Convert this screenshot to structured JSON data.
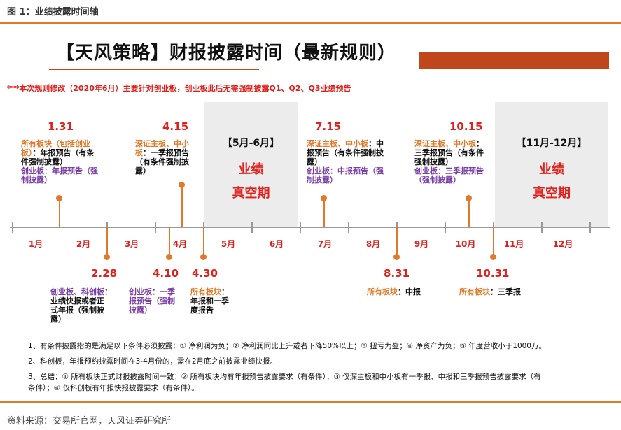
{
  "figure_label": "图 1：业绩披露时间轴",
  "title": "【天风策略】财报披露时间（最新规则）",
  "rule_note": "***本次规则修改（2020年6月）主要针对创业板，创业板此后无需强制披露Q1、Q2、Q3业绩预告",
  "months": [
    "1月",
    "2月",
    "3月",
    "4月",
    "5月",
    "6月",
    "7月",
    "8月",
    "9月",
    "10月",
    "11月",
    "12月"
  ],
  "voids": [
    {
      "header": "【5月-6月】",
      "line1": "业绩",
      "line2": "真空期"
    },
    {
      "header": "【11月-12月】",
      "line1": "业绩",
      "line2": "真空期"
    }
  ],
  "above": [
    {
      "date": "1.31",
      "a1": "所有板块（包括创业",
      "a2": "板）",
      "a3": "：年报预告（有条",
      "a4": "件强制披露）",
      "s1": "创业板：年报预告（强",
      "s2": "制披露）"
    },
    {
      "date": "4.15",
      "a1": "深证主板、中小",
      "a2": "板",
      "a3": "：一季报预告",
      "a4": "（有条件强制披",
      "a5": "露）"
    },
    {
      "date": "7.15",
      "a1": "深证主板、中小板",
      "a2": "：中",
      "a3": "报预告（有条件强制披",
      "a4": "露）",
      "s1": "创业板：中报预告（强",
      "s2": "制披露）"
    },
    {
      "date": "10.15",
      "a1": "深证主板、中小板",
      "a2": "：",
      "a3": "三季报预告（有条件",
      "a4": "强制披露）",
      "s1": "创业板：三季报预告",
      "s2": "（强制披露）"
    }
  ],
  "below": [
    {
      "date": "2.28",
      "s1": "创业板、科创板",
      "b1": "：",
      "b2": "业绩快报或者正",
      "b3": "式年报（强制披",
      "b4": "露）"
    },
    {
      "date": "4.10",
      "s1": "创业板：一季",
      "s2": "报预告（强制",
      "s3": "披露）"
    },
    {
      "date": "4.30",
      "o1": "所有板块",
      "b1": "：",
      "b2": "年报和一季",
      "b3": "度报告"
    },
    {
      "date": "8.31",
      "o1": "所有板块",
      "b1": "：中报"
    },
    {
      "date": "10.31",
      "o1": "所有板块",
      "b1": "：三季报"
    }
  ],
  "footnotes": [
    "1、有条件披露指的是满足以下条件必须披露：① 净利润为负；② 净利润同比上升或者下降50%以上；③ 扭亏为盈；④ 净资产为负；⑤ 年度营收小于1000万。",
    "2、科创板，年报预约披露时间在3-4月份的，需在2月底之前披露业绩快报。",
    "3、总结：① 所有板块正式财报披露时间一致；② 所有板块均有年报预告披露要求（有条件）；③ 仅深主板和中小板有一季报、中报和三季报预告披露要求（有",
    "条件）；④ 仅科创板有年报快报披露要求（有条件）。"
  ],
  "source": "资料来源：交易所官网，天风证券研究所",
  "colors": {
    "accent": "#E07A2A",
    "title_bar": "#C0461C",
    "red": "#E0201C",
    "strike": "#7A3FA6",
    "shade": "#ECECEC"
  }
}
